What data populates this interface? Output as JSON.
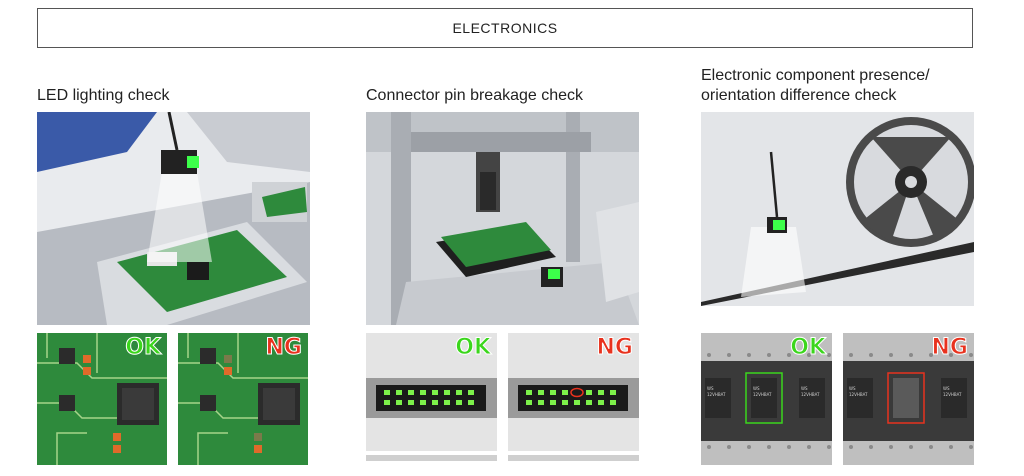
{
  "header": {
    "title": "ELECTRONICS"
  },
  "columns": [
    {
      "title_lines": [
        "LED lighting check"
      ],
      "ok_label": "OK",
      "ng_label": "NG"
    },
    {
      "title_lines": [
        "Connector pin breakage check"
      ],
      "ok_label": "OK",
      "ng_label": "NG"
    },
    {
      "title_lines": [
        "Electronic component presence/",
        "orientation difference check"
      ],
      "ok_label": "OK",
      "ng_label": "NG"
    }
  ],
  "chip_text": {
    "line1": "WS",
    "line2": "12VHBAT"
  },
  "colors": {
    "ok": "#3bd61c",
    "ng": "#e8321e",
    "pcb": "#2e8a3c",
    "camera_glow": "#3cff4a"
  }
}
